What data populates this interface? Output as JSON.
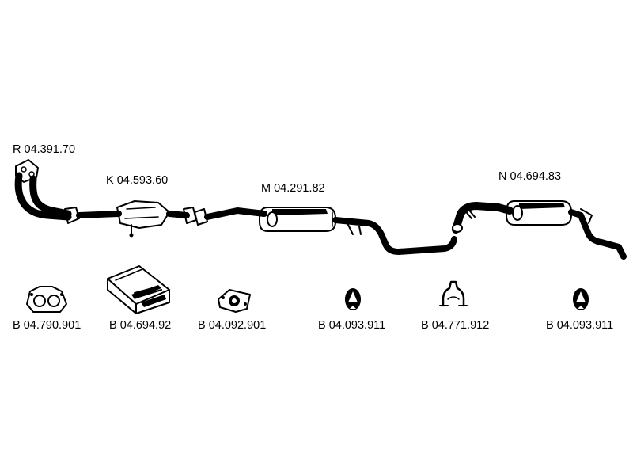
{
  "main_parts": {
    "front_pipe": "R 04.391.70",
    "catalyst": "K 04.593.60",
    "middle_silencer": "M 04.291.82",
    "rear_silencer": "N 04.694.83"
  },
  "small_parts": {
    "gasket": "B 04.790.901",
    "mounting_kit": "B 04.694.92",
    "flange_gasket": "B 04.092.901",
    "rubber_mount_1": "B 04.093.911",
    "clamp_hanger": "B 04.771.912",
    "rubber_mount_2": "B 04.093.911"
  }
}
